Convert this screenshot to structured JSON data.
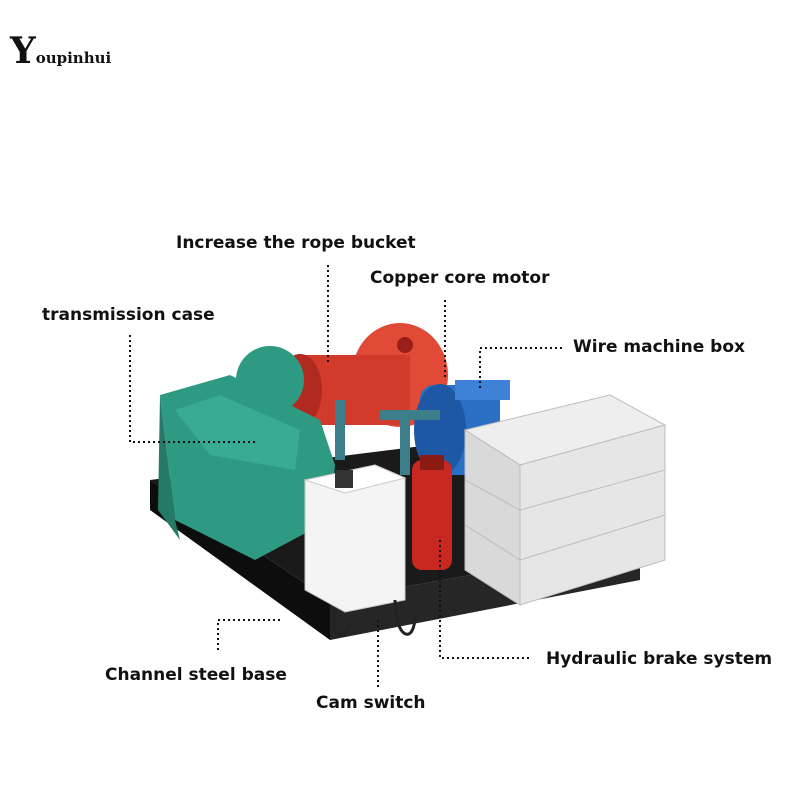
{
  "brand": {
    "initial": "Y",
    "rest": "oupinhui"
  },
  "labels": {
    "rope_bucket": "Increase the rope bucket",
    "motor": "Copper core motor",
    "transmission": "transmission case",
    "wire_box": "Wire machine box",
    "brake": "Hydraulic brake system",
    "base": "Channel steel base",
    "cam_switch": "Cam switch"
  },
  "colors": {
    "gearbox": "#2e9a82",
    "drum": "#d23a2c",
    "motor": "#2a6fc4",
    "base": "#1a1a1a",
    "control_box": "#e4e4e4",
    "switch_box": "#f4f4f4",
    "brake": "#c8281f"
  }
}
